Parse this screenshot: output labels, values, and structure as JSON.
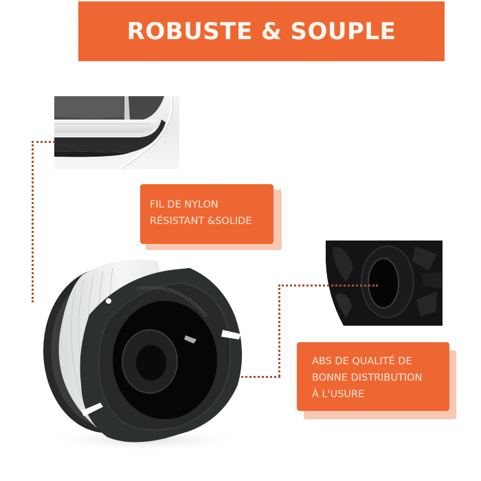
{
  "banner": {
    "title": "ROBUSTE & SOUPLE",
    "background_color": "#ee6733",
    "text_color": "#fff7f0"
  },
  "callouts": [
    {
      "id": "nylon",
      "lines": [
        "FIL DE NYLON",
        "RÉSISTANT &SOLIDE"
      ],
      "background_color": "#ee6733",
      "shadow_color": "#f9c8b4"
    },
    {
      "id": "abs",
      "lines": [
        "ABS DE QUALITÉ DE",
        "BONNE DISTRIBUTION",
        "À L'USURE"
      ],
      "background_color": "#ee6733",
      "shadow_color": "#f9c8b4"
    }
  ],
  "images": {
    "detail_nylon": "nylon-line-closeup",
    "detail_abs": "abs-hub-closeup",
    "main_product": "trimmer-line-spool"
  },
  "connector_color": "#a4532e"
}
